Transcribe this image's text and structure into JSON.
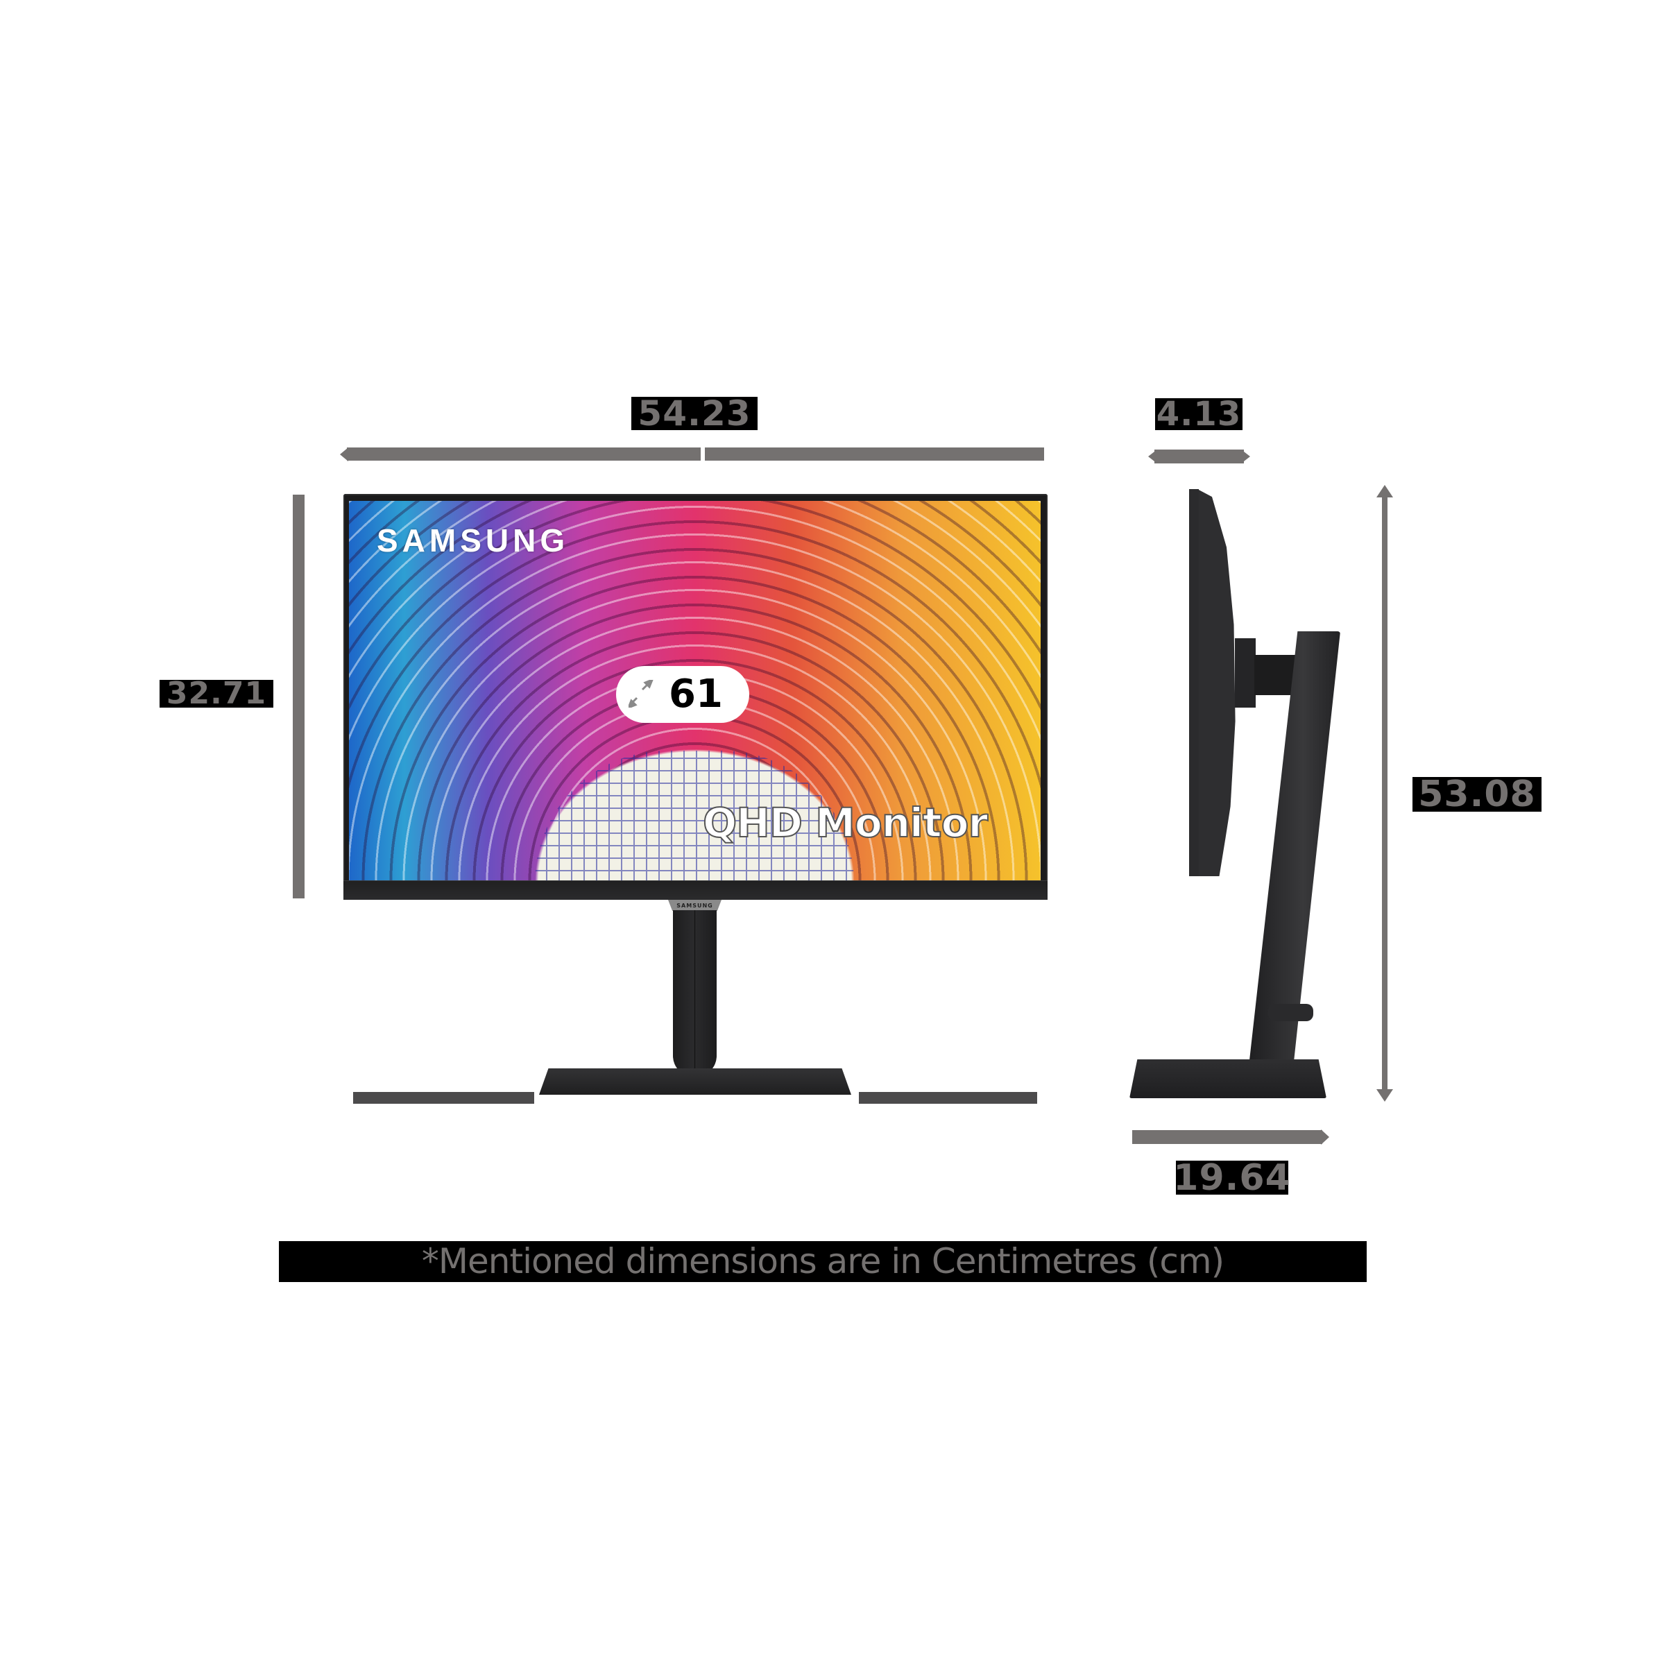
{
  "dimensions": {
    "unit": "cm",
    "front_width": "54.23",
    "front_height": "32.71",
    "depth_top": "4.13",
    "total_height": "53.08",
    "base_depth": "19.64"
  },
  "screen": {
    "brand_logo": "SAMSUNG",
    "diagonal_size": "61",
    "diagonal_icon": "diagonal-arrows-icon",
    "product_label": "QHD Monitor",
    "collar_label": "SAMSUNG"
  },
  "footnote": "*Mentioned dimensions are in Centimetres (cm)",
  "colors": {
    "dimension_gray": "#747170",
    "label_background": "#000000",
    "monitor_body": "#1b1b1c"
  }
}
